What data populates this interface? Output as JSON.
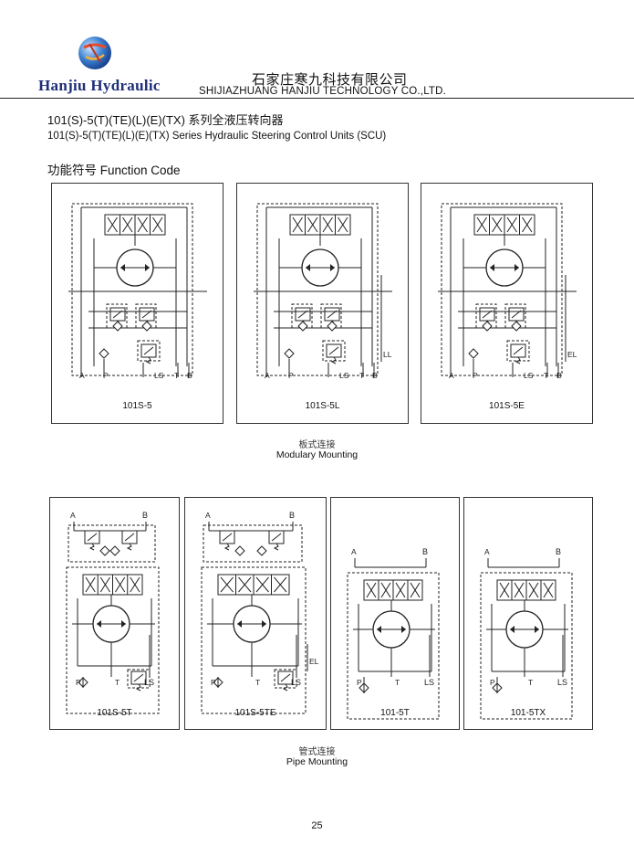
{
  "header": {
    "brand": "Hanjiu Hydraulic",
    "company_cn": "石家庄寒九科技有限公司",
    "company_en": "SHIJIAZHUANG HANJIU TECHNOLOGY CO.,LTD."
  },
  "title": {
    "cn": "101(S)-5(T)(TE)(L)(E)(TX) 系列全液压转向器",
    "en": "101(S)-5(T)(TE)(L)(E)(TX) Series Hydraulic Steering Control Units (SCU)"
  },
  "section_heading": "功能符号 Function Code",
  "modular": {
    "label_cn": "板式连接",
    "label_en": "Modulary Mounting",
    "panels": [
      {
        "caption": "101S-5",
        "ports": [
          "A",
          "P",
          "LS",
          "T",
          "B"
        ],
        "extra": ""
      },
      {
        "caption": "101S-5L",
        "ports": [
          "A",
          "P",
          "LS",
          "T",
          "B"
        ],
        "extra": "LL"
      },
      {
        "caption": "101S-5E",
        "ports": [
          "A",
          "P",
          "LS",
          "T",
          "B"
        ],
        "extra": "EL"
      }
    ]
  },
  "pipe": {
    "label_cn": "管式连接",
    "label_en": "Pipe Mounting",
    "panels": [
      {
        "caption": "101S-5T",
        "top_ports": [
          "A",
          "B"
        ],
        "ports": [
          "P",
          "T",
          "LS"
        ],
        "extra": ""
      },
      {
        "caption": "101S-5TE",
        "top_ports": [
          "A",
          "B"
        ],
        "ports": [
          "P",
          "T",
          "LS"
        ],
        "extra": "EL"
      },
      {
        "caption": "101-5T",
        "top_ports": [
          "A",
          "B"
        ],
        "ports": [
          "P",
          "T",
          "LS"
        ],
        "extra": ""
      },
      {
        "caption": "101-5TX",
        "top_ports": [
          "A",
          "B"
        ],
        "ports": [
          "P",
          "T",
          "LS"
        ],
        "extra": ""
      }
    ]
  },
  "page_number": "25",
  "colors": {
    "brand": "#1e2f78",
    "line": "#222222"
  }
}
